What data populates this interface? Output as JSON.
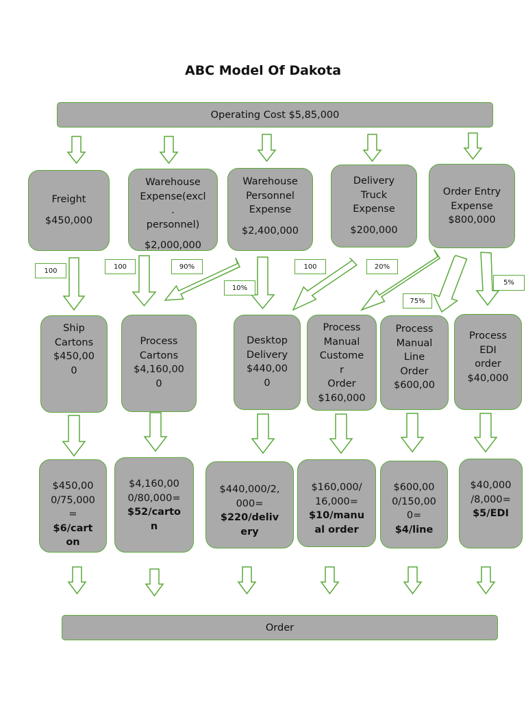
{
  "title": "ABC Model Of Dakota",
  "top_bar": "Operating Cost $5,85,000",
  "bottom_bar": "Order",
  "colors": {
    "box_fill": "#aaaaaa",
    "stroke": "#5aa83a",
    "background": "#ffffff"
  },
  "resources": [
    {
      "lines": [
        "Freight",
        "",
        "$450,000"
      ]
    },
    {
      "lines": [
        "Warehouse",
        "Expense(excl",
        ".",
        "personnel)",
        "",
        "$2,000,000"
      ]
    },
    {
      "lines": [
        "Warehouse",
        "Personnel",
        "Expense",
        "",
        "$2,400,000"
      ]
    },
    {
      "lines": [
        "Delivery",
        "Truck",
        "Expense",
        "",
        "$200,000"
      ]
    },
    {
      "lines": [
        "Order Entry",
        "Expense",
        "$800,000"
      ]
    }
  ],
  "activities": [
    {
      "lines": [
        "Ship",
        "Cartons",
        "$450,00",
        "0"
      ]
    },
    {
      "lines": [
        "Process",
        "Cartons",
        "$4,160,00",
        "0"
      ]
    },
    {
      "lines": [
        "Desktop",
        "Delivery",
        "$440,00",
        "0"
      ]
    },
    {
      "lines": [
        "Process",
        "Manual",
        "Custome",
        "r",
        "Order",
        "$160,000"
      ]
    },
    {
      "lines": [
        "Process",
        "Manual",
        "Line",
        "Order",
        "$600,00"
      ]
    },
    {
      "lines": [
        "Process",
        "EDI",
        "order",
        "$40,000"
      ]
    }
  ],
  "rates": [
    {
      "lines": [
        "$450,00",
        "0/75,000",
        "="
      ],
      "bold": [
        "$6/cart",
        "on"
      ]
    },
    {
      "lines": [
        "$4,160,00",
        "0/80,000="
      ],
      "bold": [
        "$52/carto",
        "n"
      ]
    },
    {
      "lines": [
        "$440,000/2,",
        "000="
      ],
      "bold": [
        "$220/deliv",
        "ery"
      ]
    },
    {
      "lines": [
        "$160,000/",
        "16,000="
      ],
      "bold": [
        "$10/manu",
        "al order"
      ]
    },
    {
      "lines": [
        "$600,00",
        "0/150,00",
        "0="
      ],
      "bold": [
        "$4/line"
      ]
    },
    {
      "lines": [
        "$40,000",
        "/8,000="
      ],
      "bold": [
        "$5/EDI"
      ]
    }
  ],
  "tags": [
    "100",
    "100",
    "90%",
    "10%",
    "100",
    "20%",
    "75%",
    "5%"
  ]
}
